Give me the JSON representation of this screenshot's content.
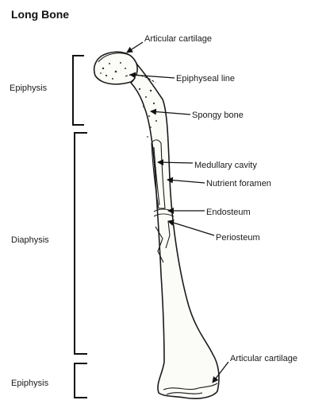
{
  "title": "Long Bone",
  "regions": {
    "epiphysis_top": "Epiphysis",
    "diaphysis": "Diaphysis",
    "epiphysis_bottom": "Epiphysis"
  },
  "labels": {
    "articular_cartilage_top": "Articular cartilage",
    "epiphyseal_line": "Epiphyseal line",
    "spongy_bone": "Spongy bone",
    "medullary_cavity": "Medullary  cavity",
    "nutrient_foramen": "Nutrient foramen",
    "endosteum": "Endosteum",
    "periosteum": "Periosteum",
    "articular_cartilage_bottom": "Articular cartilage"
  }
}
